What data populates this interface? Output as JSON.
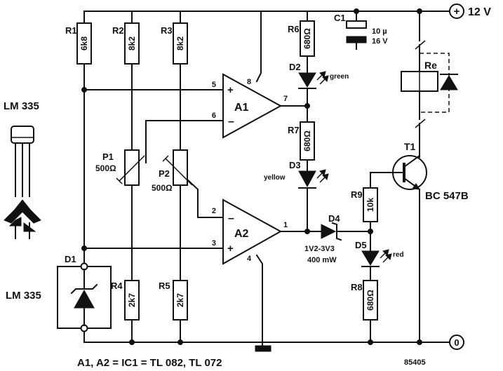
{
  "supply": {
    "plus": "12 V",
    "ground": "0",
    "plus_symbol": "+"
  },
  "resistors": [
    {
      "ref": "R1",
      "value": "6k8"
    },
    {
      "ref": "R2",
      "value": "8k2"
    },
    {
      "ref": "R3",
      "value": "8k2"
    },
    {
      "ref": "R4",
      "value": "2k7"
    },
    {
      "ref": "R5",
      "value": "2k7"
    },
    {
      "ref": "R6",
      "value": "680Ω"
    },
    {
      "ref": "R7",
      "value": "680Ω"
    },
    {
      "ref": "R8",
      "value": "680Ω"
    },
    {
      "ref": "R9",
      "value": "10k"
    }
  ],
  "pots": [
    {
      "ref": "P1",
      "value": "500Ω"
    },
    {
      "ref": "P2",
      "value": "500Ω"
    }
  ],
  "capacitor": {
    "ref": "C1",
    "value1": "10 µ",
    "value2": "16 V"
  },
  "leds": [
    {
      "ref": "D2",
      "color": "green"
    },
    {
      "ref": "D3",
      "color": "yellow"
    },
    {
      "ref": "D5",
      "color": "red"
    }
  ],
  "zener": {
    "ref": "D4",
    "value1": "1V2-3V3",
    "value2": "400 mW"
  },
  "sensor": {
    "ref": "D1",
    "part": "LM 335"
  },
  "sensor_package_label": "LM 335",
  "transistor": {
    "ref": "T1",
    "part": "BC 547B"
  },
  "relay": {
    "ref": "Re"
  },
  "opamps": [
    {
      "ref": "A1",
      "pins": {
        "plus": "5",
        "minus": "6",
        "out": "7",
        "vcc": "8"
      }
    },
    {
      "ref": "A2",
      "pins": {
        "minus": "2",
        "plus": "3",
        "out": "1",
        "gnd": "4"
      }
    }
  ],
  "footnote": "A1, A2 = IC1 = TL 082, TL 072",
  "figure_number": "85405"
}
